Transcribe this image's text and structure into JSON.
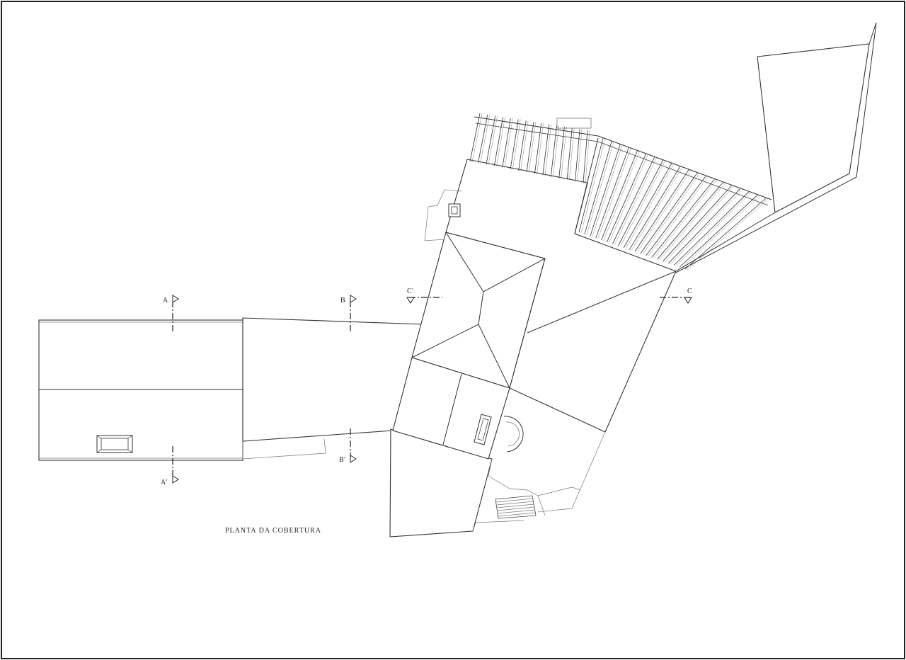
{
  "drawing": {
    "title": "PLANTA DA COBERTURA",
    "sections": [
      {
        "id": "A",
        "top_label": "A",
        "bottom_label": "A'"
      },
      {
        "id": "B",
        "top_label": "B",
        "bottom_label": "B'"
      },
      {
        "id": "C",
        "left_label": "C'",
        "right_label": "C"
      }
    ]
  },
  "colors": {
    "line": "#333333",
    "background": "#ffffff"
  }
}
